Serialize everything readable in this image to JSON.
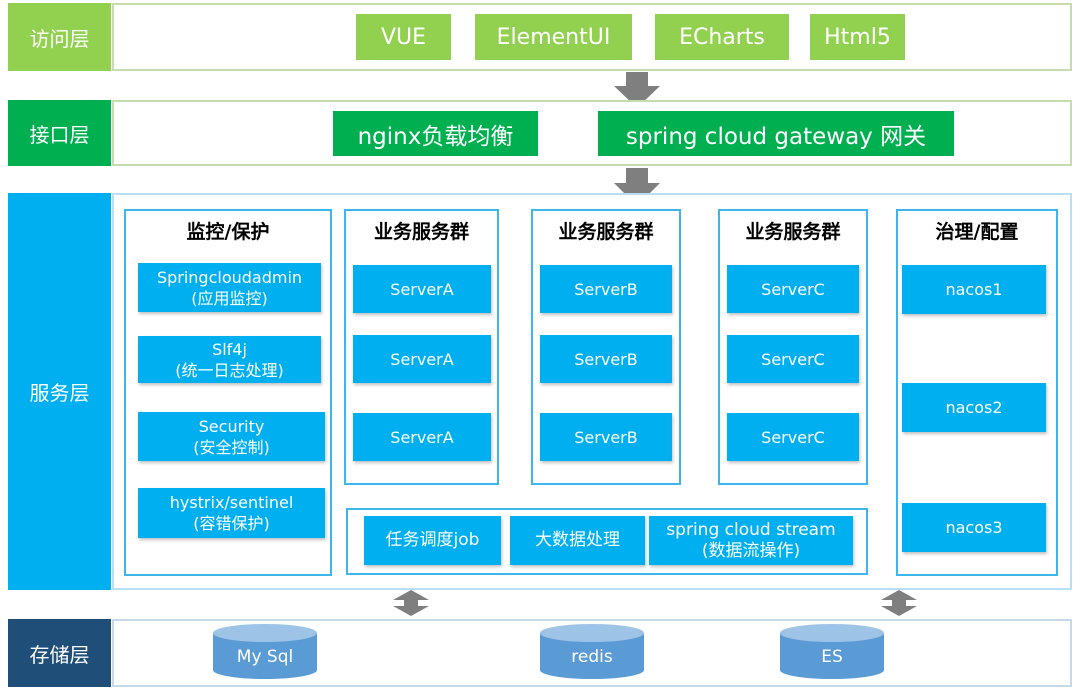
{
  "layers": {
    "access": "访问层",
    "interface": "接口层",
    "service": "服务层",
    "storage": "存储层"
  },
  "access_items": [
    "VUE",
    "ElementUI",
    "ECharts",
    "Html5"
  ],
  "interface_items": [
    "nginx负载均衡",
    "spring cloud gateway 网关"
  ],
  "monitor": {
    "title": "监控/保护",
    "items": [
      {
        "name": "Springcloudadmin",
        "desc": "(应用监控)"
      },
      {
        "name": "Slf4j",
        "desc": "(统一日志处理)"
      },
      {
        "name": "Security",
        "desc": "(安全控制)"
      },
      {
        "name": "hystrix/sentinel",
        "desc": "(容错保护)"
      }
    ]
  },
  "business_groups": [
    {
      "title": "业务服务群",
      "servers": [
        "ServerA",
        "ServerA",
        "ServerA"
      ]
    },
    {
      "title": "业务服务群",
      "servers": [
        "ServerB",
        "ServerB",
        "ServerB"
      ]
    },
    {
      "title": "业务服务群",
      "servers": [
        "ServerC",
        "ServerC",
        "ServerC"
      ]
    }
  ],
  "bottom_services": [
    {
      "name": "任务调度job",
      "desc": ""
    },
    {
      "name": "大数据处理",
      "desc": ""
    },
    {
      "name": "spring cloud stream",
      "desc": "(数据流操作)"
    }
  ],
  "governance": {
    "title": "治理/配置",
    "items": [
      "nacos1",
      "nacos2",
      "nacos3"
    ]
  },
  "storage_items": [
    "My Sql",
    "redis",
    "ES"
  ],
  "colors": {
    "access": "#92d050",
    "interface": "#00b050",
    "service": "#00aff0",
    "storage": "#1f4e79",
    "arrow": "#7f7f7f",
    "cylinder": "#5b9bd5"
  }
}
